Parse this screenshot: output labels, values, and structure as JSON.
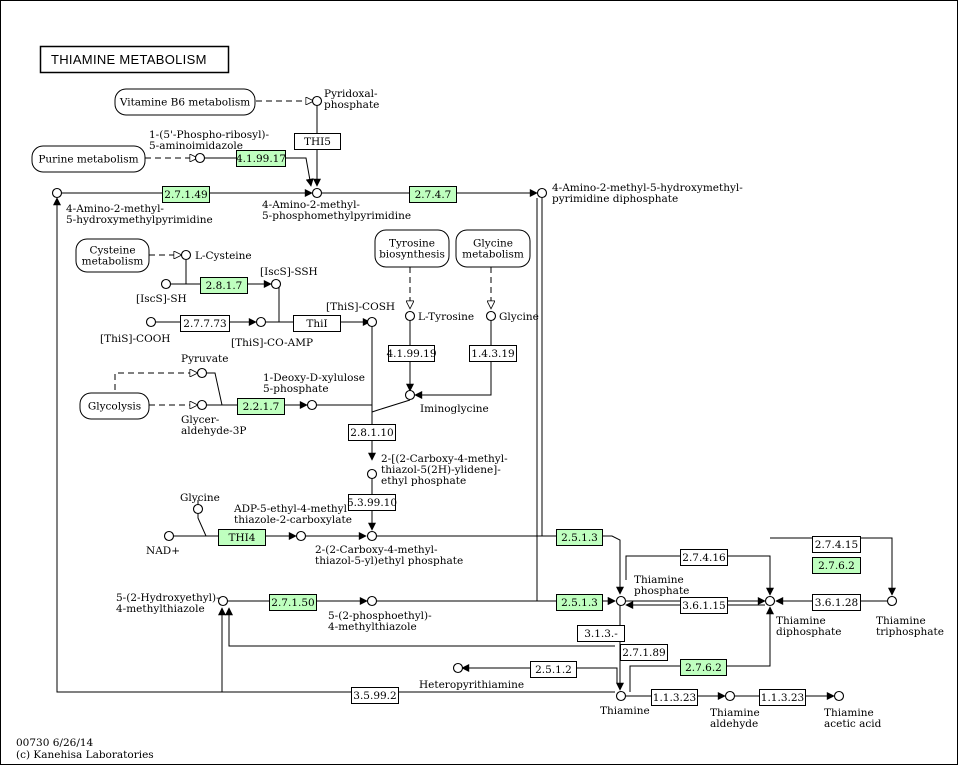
{
  "title": "THIAMINE  METABOLISM",
  "footer": {
    "line1": "00730 6/26/14",
    "line2": "(c) Kanehisa Laboratories"
  },
  "colors": {
    "enzyme_present": "#bfffbf",
    "enzyme_absent": "#ffffff",
    "line": "#000000",
    "background": "#ffffff"
  },
  "maps": {
    "vitb6": [
      "Vitamine B6 metabolism"
    ],
    "purine": [
      "Purine metabolism"
    ],
    "cysteine": [
      "Cysteine",
      "metabolism"
    ],
    "tyrosine": [
      "Tyrosine",
      "biosynthesis"
    ],
    "glycine": [
      "Glycine",
      "metabolism"
    ],
    "glycolysis": [
      "Glycolysis"
    ]
  },
  "enzymes": {
    "thi5": "THI5",
    "e4_1_99_17": "4.1.99.17",
    "e2_7_1_49": "2.7.1.49",
    "e2_7_4_7": "2.7.4.7",
    "e2_8_1_7": "2.8.1.7",
    "e2_7_7_73": "2.7.7.73",
    "thii": "ThiI",
    "e4_1_99_19": "4.1.99.19",
    "e1_4_3_19": "1.4.3.19",
    "e2_2_1_7": "2.2.1.7",
    "e2_8_1_10": "2.8.1.10",
    "e5_3_99_10": "5.3.99.10",
    "thi4": "THI4",
    "e2_5_1_3a": "2.5.1.3",
    "e2_5_1_3b": "2.5.1.3",
    "e2_7_4_16": "2.7.4.16",
    "e3_6_1_15": "3.6.1.15",
    "e2_7_4_15": "2.7.4.15",
    "e2_7_6_2a": "2.7.6.2",
    "e3_6_1_28": "3.6.1.28",
    "e2_7_1_50": "2.7.1.50",
    "e3_1_3_x": "3.1.3.-",
    "e2_7_1_89": "2.7.1.89",
    "e2_5_1_2": "2.5.1.2",
    "e2_7_6_2b": "2.7.6.2",
    "e3_5_99_2": "3.5.99.2",
    "e1_1_3_23a": "1.1.3.23",
    "e1_1_3_23b": "1.1.3.23"
  },
  "compounds": {
    "pyridoxal_p": [
      "Pyridoxal-",
      "phosphate"
    ],
    "aminoimidazole": [
      "1-(5'-Phospho-ribosyl)-",
      "5-aminoimidazole"
    ],
    "hmp": [
      "4-Amino-2-methyl-",
      "5-hydroxymethylpyrimidine"
    ],
    "hmp_p": [
      "4-Amino-2-methyl-",
      "5-phosphomethylpyrimidine"
    ],
    "hmp_pp": [
      "4-Amino-2-methyl-5-hydroxymethyl-",
      "pyrimidine diphosphate"
    ],
    "l_cysteine": [
      "L-Cysteine"
    ],
    "iscs_ssh": [
      "[IscS]-SSH"
    ],
    "iscs_sh": [
      "[IscS]-SH"
    ],
    "this_cosh": [
      "[ThiS]-COSH"
    ],
    "this_cooh": [
      "[ThiS]-COOH"
    ],
    "this_co_amp": [
      "[ThiS]-CO-AMP"
    ],
    "l_tyrosine": [
      "L-Tyrosine"
    ],
    "glycine_right": [
      "Glycine"
    ],
    "iminoglycine": [
      "Iminoglycine"
    ],
    "pyruvate": [
      "Pyruvate"
    ],
    "dxp": [
      "1-Deoxy-D-xylulose",
      "5-phosphate"
    ],
    "gap": [
      "Glycer-",
      "aldehyde-3P"
    ],
    "carboxy_ylidene": [
      "2-[(2-Carboxy-4-methyl-",
      "thiazol-5(2H)-ylidene]-",
      "ethyl phosphate"
    ],
    "glycine_left": [
      "Glycine"
    ],
    "nad": [
      "NAD+"
    ],
    "adp_thiazole": [
      "ADP-5-ethyl-4-methyl",
      "thiazole-2-carboxylate"
    ],
    "carboxy_thiazole_p": [
      "2-(2-Carboxy-4-methyl-",
      "thiazol-5-yl)ethyl phosphate"
    ],
    "hydroxyethyl_thiazole": [
      "5-(2-Hydroxyethyl)-",
      "4-methylthiazole"
    ],
    "phosphoethyl_thiazole": [
      "5-(2-phosphoethyl)-",
      "4-methylthiazole"
    ],
    "thiamine_p": [
      "Thiamine",
      "phosphate"
    ],
    "thiamine_pp": [
      "Thiamine",
      "diphosphate"
    ],
    "thiamine_ppp": [
      "Thiamine",
      "triphosphate"
    ],
    "heteropyrithiamine": [
      "Heteropyrithiamine"
    ],
    "thiamine": [
      "Thiamine"
    ],
    "thiamine_aldehyde": [
      "Thiamine",
      "aldehyde"
    ],
    "thiamine_acetic": [
      "Thiamine",
      "acetic acid"
    ]
  }
}
